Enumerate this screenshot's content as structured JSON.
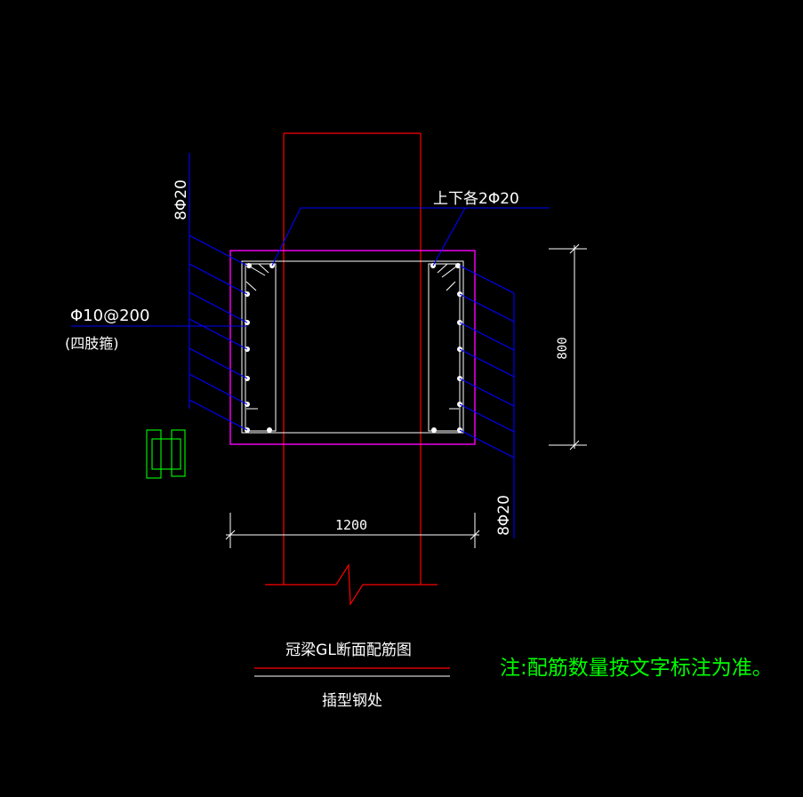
{
  "labels": {
    "left_long_bars": "8Φ20",
    "top_bars": "上下各2Φ20",
    "stirrup_spec": "Φ10@200",
    "stirrup_note": "(四肢箍)",
    "height_dim": "800",
    "width_dim": "1200",
    "right_long_bars": "8Φ20",
    "section_title": "冠梁GL断面配筋图",
    "section_subtitle": "插型钢处",
    "note": "注:配筋数量按文字标注为准。"
  },
  "colors": {
    "column": "#ff0000",
    "beam_outline": "#ff00ff",
    "stirrup": "#ffffff",
    "leader": "#0000ff",
    "dimension": "#ffffff",
    "note": "#00ff00",
    "stirrup_icon": "#00ff00"
  }
}
